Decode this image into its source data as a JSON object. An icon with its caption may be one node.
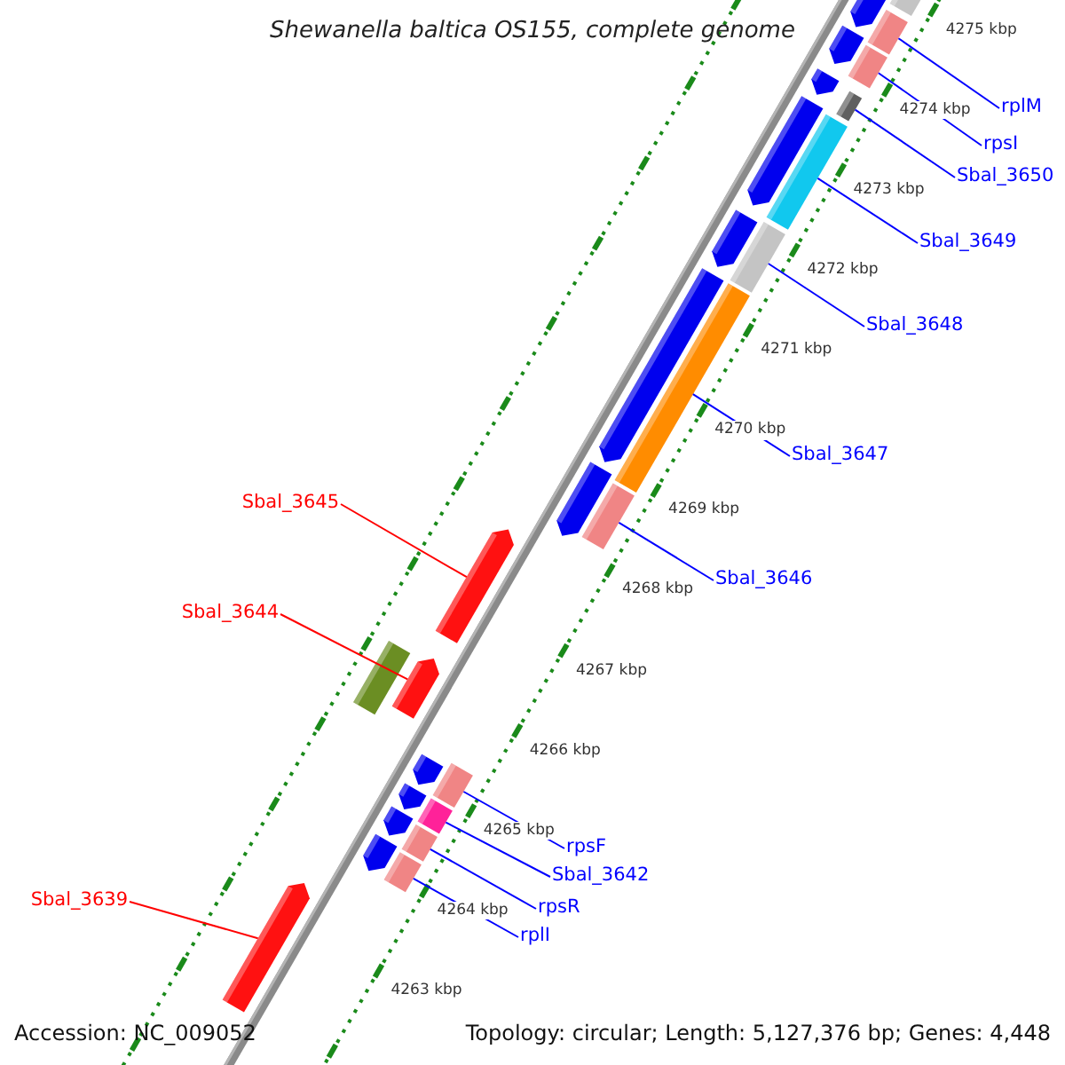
{
  "diagram": {
    "title": "Shewanella baltica OS155, complete genome",
    "nodes": [
      {
        "text": [
          "rplM"
        ]
      },
      {
        "text": [
          "rpsI"
        ]
      },
      {
        "text": [
          "Sbal_3650"
        ]
      },
      {
        "text": [
          "Sbal_3649"
        ]
      },
      {
        "text": [
          "Sbal_3648"
        ]
      },
      {
        "text": [
          "Sbal_3647"
        ]
      },
      {
        "text": [
          "Sbal_3645"
        ]
      },
      {
        "text": [
          "Sbal_3646"
        ]
      },
      {
        "text": [
          "Sbal_3644"
        ]
      },
      {
        "text": [
          "rpsF"
        ]
      },
      {
        "text": [
          "Sbal_3642"
        ]
      },
      {
        "text": [
          "Sbal_3639"
        ]
      },
      {
        "text": [
          "rpsR"
        ]
      },
      {
        "text": [
          "rplI"
        ]
      },
      {
        "text": [],
        "shape": "bar"
      },
      {
        "text": [],
        "shape": "bar"
      },
      {
        "text": [],
        "shape": "bar"
      },
      {
        "text": [],
        "shape": "bar"
      },
      {
        "text": [],
        "shape": "bar"
      },
      {
        "text": [],
        "shape": "bar"
      },
      {
        "text": [],
        "shape": "bar"
      },
      {
        "text": [],
        "shape": "arrow"
      },
      {
        "text": [],
        "shape": "arrow"
      },
      {
        "text": [],
        "shape": "bar"
      },
      {
        "text": [],
        "shape": "bar"
      },
      {
        "text": [],
        "shape": "bar"
      },
      {
        "text": [],
        "shape": "bar"
      },
      {
        "text": [],
        "shape": "arrow"
      }
    ],
    "edges": [
      {
        "from": 0,
        "to": 14,
        "arrow": "none"
      },
      {
        "from": 1,
        "to": 15,
        "arrow": "none"
      },
      {
        "from": 2,
        "to": 16,
        "arrow": "none"
      },
      {
        "from": 3,
        "to": 17,
        "arrow": "none"
      },
      {
        "from": 4,
        "to": 18,
        "arrow": "none"
      },
      {
        "from": 5,
        "to": 19,
        "arrow": "none"
      },
      {
        "from": 6,
        "to": 21,
        "arrow": "none",
        "color": "#ff0000"
      },
      {
        "from": 7,
        "to": 20,
        "arrow": "none"
      },
      {
        "from": 8,
        "to": 22,
        "arrow": "none",
        "color": "#ff0000"
      },
      {
        "from": 9,
        "to": 23,
        "arrow": "none"
      },
      {
        "from": 10,
        "to": 24,
        "arrow": "none"
      },
      {
        "from": 11,
        "to": 27,
        "arrow": "none",
        "color": "#ff0000"
      },
      {
        "from": 12,
        "to": 25,
        "arrow": "none"
      },
      {
        "from": 13,
        "to": 26,
        "arrow": "none"
      }
    ],
    "labels": [
      "4275 kbp",
      "4274 kbp",
      "4273 kbp",
      "4272 kbp",
      "4271 kbp",
      "4270 kbp",
      "4269 kbp",
      "4268 kbp",
      "4267 kbp",
      "4266 kbp",
      "4265 kbp",
      "4264 kbp",
      "4263 kbp",
      "Accession: NC_009052",
      "Topology: circular; Length: 5,127,376 bp; Genes: 4,448"
    ]
  }
}
